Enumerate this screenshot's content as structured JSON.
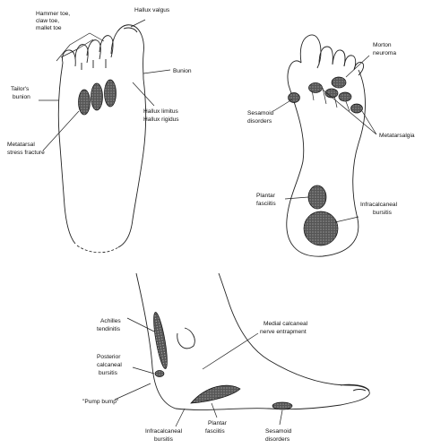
{
  "dorsal_view": {
    "hammer_toe": [
      "Hammer toe,",
      "claw toe,",
      "mallet toe"
    ],
    "hallux_valgus": "Hallux valgus",
    "bunion": "Bunion",
    "tailors_bunion": [
      "Tailor's",
      "bunion"
    ],
    "hallux_limitus": [
      "Hallux limitus",
      "Hallux rigidus"
    ],
    "metatarsal_stress_fracture": [
      "Metatarsal",
      "stress fracture"
    ]
  },
  "plantar_view": {
    "morton_neuroma": [
      "Morton",
      "neuroma"
    ],
    "sesamoid_disorders": [
      "Sesamoid",
      "disorders"
    ],
    "metatarsalgia": "Metatarsalgia",
    "plantar_fasciitis": [
      "Plantar",
      "fasciitis"
    ],
    "infracalcaneal_bursitis": [
      "Infracalcaneal",
      "bursitis"
    ]
  },
  "medial_view": {
    "achilles_tendinitis": [
      "Achilles",
      "tendinitis"
    ],
    "posterior_calcaneal_bursitis": [
      "Posterior",
      "calcaneal",
      "bursitis"
    ],
    "pump_bump": "\"Pump bump\"",
    "medial_calcaneal_nerve": [
      "Medial calcaneal",
      "nerve entrapment"
    ],
    "infracalcaneal_bursitis": [
      "Infracalcaneal",
      "bursitis"
    ],
    "plantar_fasciitis": [
      "Plantar",
      "fasciitis"
    ],
    "sesamoid_disorders": [
      "Sesamoid",
      "disorders"
    ]
  }
}
